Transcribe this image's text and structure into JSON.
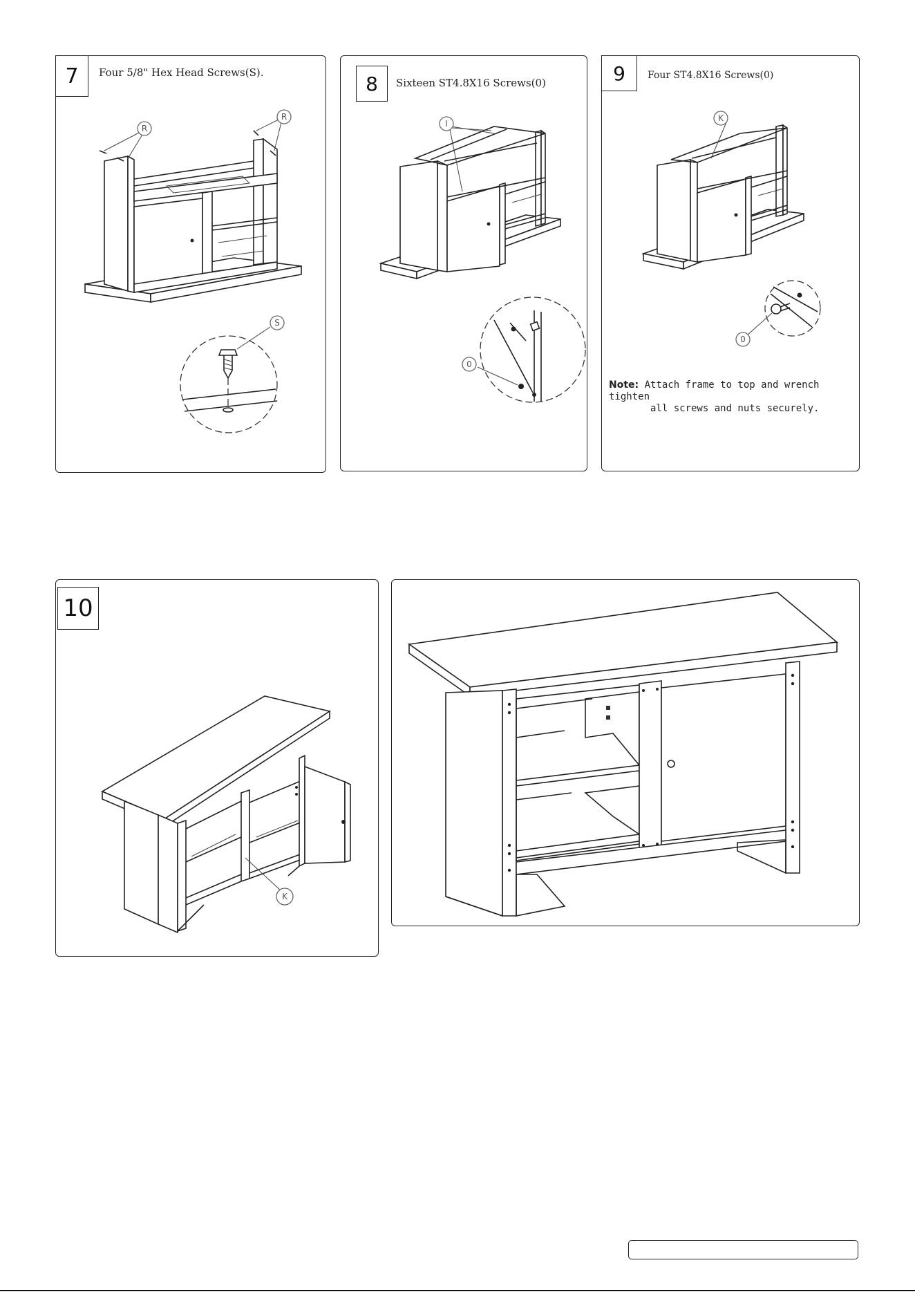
{
  "steps": [
    {
      "number": "7",
      "caption": "Four 5/8\" Hex Head Screws(S).",
      "labels": [
        "R",
        "R",
        "S"
      ]
    },
    {
      "number": "8",
      "caption": "Sixteen ST4.8X16 Screws(0)",
      "labels": [
        "I",
        "0"
      ]
    },
    {
      "number": "9",
      "caption": "Four ST4.8X16 Screws(0)",
      "labels": [
        "K",
        "0"
      ],
      "note": {
        "prefix": "Note:",
        "line1": "Attach frame to top and wrench tighten",
        "line2": "all screws and nuts securely."
      }
    },
    {
      "number": "10",
      "caption": "",
      "labels": [
        "K"
      ]
    }
  ],
  "footer": {
    "text": ""
  }
}
